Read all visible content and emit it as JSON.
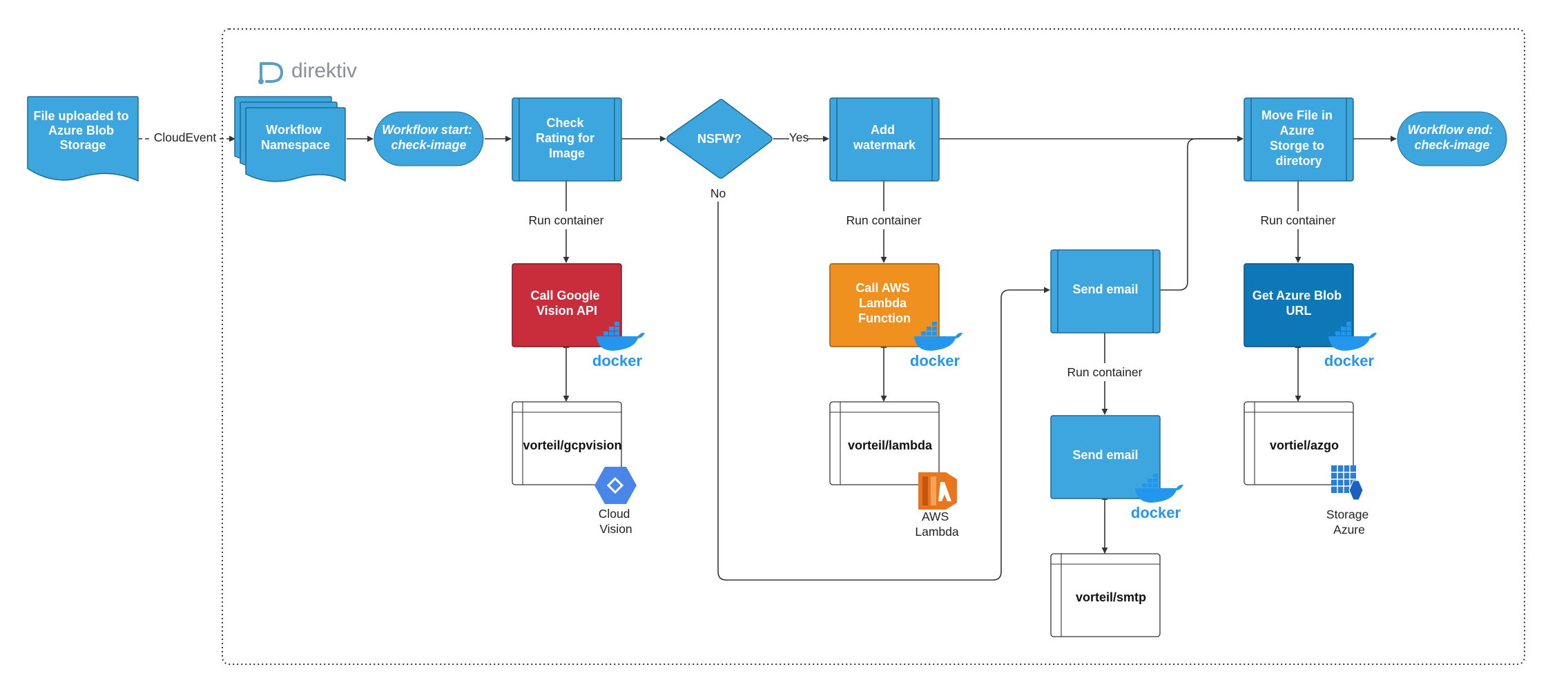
{
  "brand": {
    "name": "direktiv"
  },
  "nodes": {
    "blob_upload": [
      "File uploaded to",
      "Azure Blob",
      "Storage"
    ],
    "namespace": [
      "Workflow",
      "Namespace"
    ],
    "wf_start": [
      "Workflow start:",
      "check-image"
    ],
    "check_rating": [
      "Check",
      "Rating for",
      "Image"
    ],
    "nsfw": [
      "NSFW?"
    ],
    "add_watermark": [
      "Add",
      "watermark"
    ],
    "send_email_step": [
      "Send email"
    ],
    "move_file": [
      "Move File in",
      "Azure",
      "Storge to",
      "diretory"
    ],
    "wf_end": [
      "Workflow end:",
      "check-image"
    ],
    "google_vision": [
      "Call Google",
      "Vision API"
    ],
    "aws_lambda": [
      "Call AWS",
      "Lambda",
      "Function"
    ],
    "send_email_container": [
      "Send email"
    ],
    "azure_blob_url": [
      "Get Azure Blob",
      "URL"
    ]
  },
  "images": {
    "gcp": "vorteil/gcpvision",
    "lambda": "vorteil/lambda",
    "smtp": "vorteil/smtp",
    "azgo": "vortiel/azgo"
  },
  "edge_labels": {
    "cloudevent": "CloudEvent",
    "yes": "Yes",
    "no": "No",
    "run_container": "Run container"
  },
  "icons": {
    "docker": "docker",
    "cloud_vision": [
      "Cloud",
      "Vision"
    ],
    "aws_lambda": [
      "AWS",
      "Lambda"
    ],
    "storage_azure": [
      "Storage",
      "Azure"
    ]
  },
  "colors": {
    "step_blue": "#3ea6de",
    "step_stroke": "#1f6a94",
    "google_red": "#c92c3a",
    "aws_orange": "#f0901f",
    "azure_blue": "#0e77b8",
    "docker_blue": "#2496ed",
    "gcp_blue": "#4a86e8",
    "lambda_orange": "#e8761e",
    "azure_icon": "#2a7fd4"
  }
}
